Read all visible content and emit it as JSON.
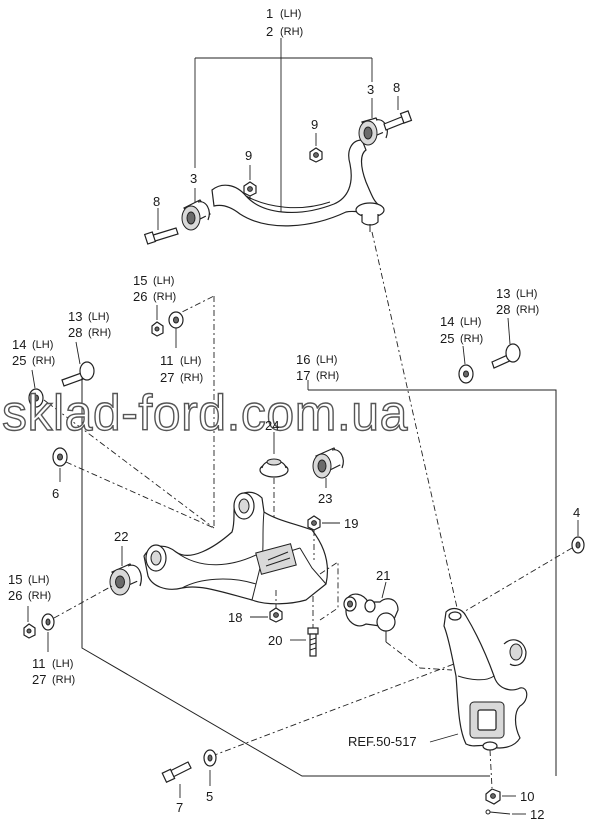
{
  "callouts": {
    "c1": "1",
    "c1s": "(LH)",
    "c2": "2",
    "c2s": "(RH)",
    "c3a": "3",
    "c3b": "3",
    "c8a": "8",
    "c8b": "8",
    "c9a": "9",
    "c9b": "9",
    "c15a": "15",
    "c15as": "(LH)",
    "c26a": "26",
    "c26as": "(RH)",
    "c13a": "13",
    "c13as": "(LH)",
    "c28a": "28",
    "c28as": "(RH)",
    "c14a": "14",
    "c14as": "(LH)",
    "c25a": "25",
    "c25as": "(RH)",
    "c11a": "11",
    "c11as": "(LH)",
    "c27a": "27",
    "c27as": "(RH)",
    "c16": "16",
    "c16s": "(LH)",
    "c17": "17",
    "c17s": "(RH)",
    "c13b": "13",
    "c13bs": "(LH)",
    "c28b": "28",
    "c28bs": "(RH)",
    "c14b": "14",
    "c14bs": "(LH)",
    "c25b": "25",
    "c25bs": "(RH)",
    "c24": "24",
    "c23": "23",
    "c6": "6",
    "c22": "22",
    "c19": "19",
    "c4": "4",
    "c21": "21",
    "c18": "18",
    "c20": "20",
    "c15b": "15",
    "c15bs": "(LH)",
    "c26b": "26",
    "c26bs": "(RH)",
    "c11b": "11",
    "c11bs": "(LH)",
    "c27b": "27",
    "c27bs": "(RH)",
    "c7": "7",
    "c5": "5",
    "c10": "10",
    "c12": "12"
  },
  "reference_label": "REF.50-517",
  "watermark": "sklad-ford.com.ua"
}
